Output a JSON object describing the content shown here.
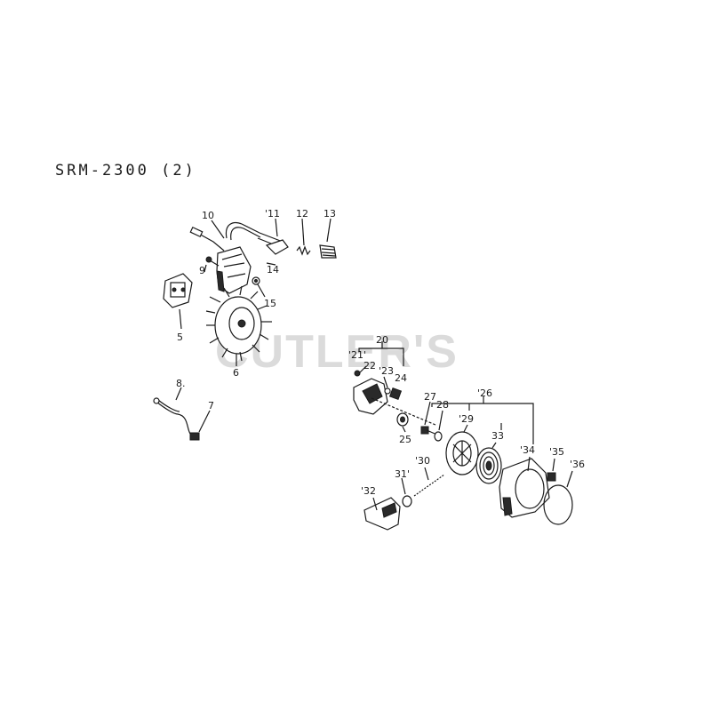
{
  "title": "SRM-2300  (2)",
  "watermark": "CUTLER'S",
  "callouts": [
    {
      "id": "p5",
      "label": "5"
    },
    {
      "id": "p6",
      "label": "6"
    },
    {
      "id": "p7",
      "label": "7"
    },
    {
      "id": "p8",
      "label": "8."
    },
    {
      "id": "p9",
      "label": "9"
    },
    {
      "id": "p10",
      "label": "10"
    },
    {
      "id": "p11",
      "label": "'11"
    },
    {
      "id": "p12",
      "label": "12"
    },
    {
      "id": "p13",
      "label": "13"
    },
    {
      "id": "p14",
      "label": "14"
    },
    {
      "id": "p15",
      "label": "15"
    },
    {
      "id": "p20",
      "label": "20"
    },
    {
      "id": "p21",
      "label": "'21'"
    },
    {
      "id": "p22",
      "label": "22"
    },
    {
      "id": "p23",
      "label": "'23"
    },
    {
      "id": "p24",
      "label": "24"
    },
    {
      "id": "p25",
      "label": "25"
    },
    {
      "id": "p26",
      "label": "'26"
    },
    {
      "id": "p27",
      "label": "27"
    },
    {
      "id": "p28",
      "label": "28"
    },
    {
      "id": "p29",
      "label": "'29"
    },
    {
      "id": "p30",
      "label": "'30"
    },
    {
      "id": "p31",
      "label": "31'"
    },
    {
      "id": "p32",
      "label": "'32"
    },
    {
      "id": "p33",
      "label": "33"
    },
    {
      "id": "p34",
      "label": "'34"
    },
    {
      "id": "p35",
      "label": "'35"
    },
    {
      "id": "p36",
      "label": "'36"
    }
  ]
}
